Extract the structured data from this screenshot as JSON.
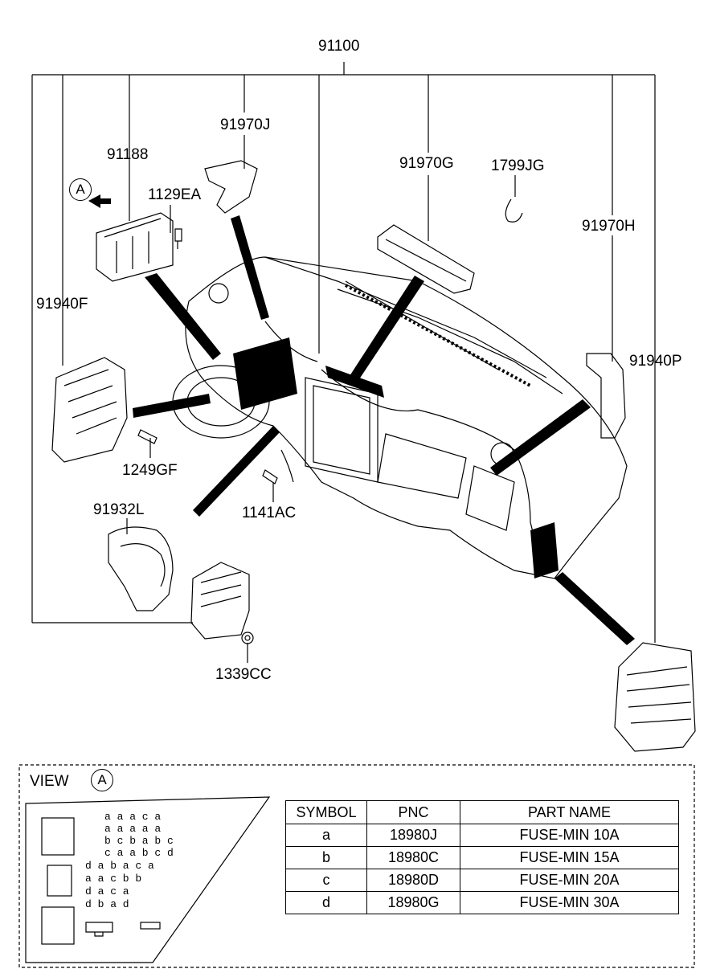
{
  "main_part_number": "91100",
  "callouts": [
    {
      "id": "91970J",
      "text": "91970J"
    },
    {
      "id": "91188",
      "text": "91188"
    },
    {
      "id": "1129EA",
      "text": "1129EA"
    },
    {
      "id": "91970G",
      "text": "91970G"
    },
    {
      "id": "1799JG",
      "text": "1799JG"
    },
    {
      "id": "91970H",
      "text": "91970H"
    },
    {
      "id": "91940F",
      "text": "91940F"
    },
    {
      "id": "91940P",
      "text": "91940P"
    },
    {
      "id": "1249GF",
      "text": "1249GF"
    },
    {
      "id": "1141AC",
      "text": "1141AC"
    },
    {
      "id": "91932L",
      "text": "91932L"
    },
    {
      "id": "1339CC",
      "text": "1339CC"
    }
  ],
  "view_marker": "A",
  "view": {
    "title": "VIEW",
    "marker": "A"
  },
  "fuse_layout_rows": [
    "a a a c a",
    "a a a a a",
    "b c b a b c",
    "c a a b c d",
    "d a b a c a",
    "a a c b b",
    "d a c a",
    "d b a d"
  ],
  "table": {
    "headers": [
      "SYMBOL",
      "PNC",
      "PART NAME"
    ],
    "rows": [
      [
        "a",
        "18980J",
        "FUSE-MIN 10A"
      ],
      [
        "b",
        "18980C",
        "FUSE-MIN 15A"
      ],
      [
        "c",
        "18980D",
        "FUSE-MIN 20A"
      ],
      [
        "d",
        "18980G",
        "FUSE-MIN 30A"
      ]
    ]
  }
}
